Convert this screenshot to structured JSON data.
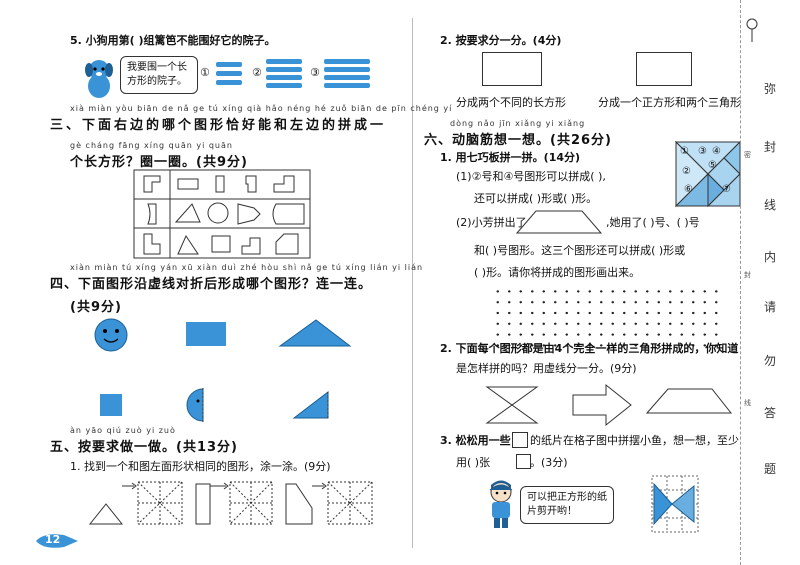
{
  "left": {
    "q5": {
      "text": "5. 小狗用第(    )组篱笆不能围好它的院子。",
      "bubble": "我要围一个长方形的院子。",
      "opt1": "①",
      "opt2": "②",
      "opt3": "③"
    },
    "s3": {
      "pinyin1": "xià miàn yòu biān de nǎ ge tú xíng qià hǎo néng hé zuǒ biān de pīn chéng yí",
      "title1": "三、下面右边的哪个图形恰好能和左边的拼成一",
      "pinyin2": "gè cháng fāng xíng   quān yi quān",
      "title2": "个长方形？圈一圈。(共9分)"
    },
    "s4": {
      "pinyin1": "xiàn miàn tú xíng yán xū xiàn duì zhé hòu shì nǎ ge tú xíng   lián yi lián",
      "title1": "四、下面图形沿虚线对折后形成哪个图形？连一连。",
      "score": "(共9分)"
    },
    "s5": {
      "pinyin": "àn yāo qiú zuò yi zuò",
      "title": "五、按要求做一做。(共13分)",
      "q1": "1. 找到一个和图左面形状相同的图形，涂一涂。(9分)"
    },
    "page_num": "12"
  },
  "right": {
    "q2": {
      "text": "2. 按要求分一分。(4分)",
      "cap1": "分成两个不同的长方形",
      "cap2": "分成一个正方形和两个三角形"
    },
    "s6": {
      "pinyin": "dòng nǎo jīn xiǎng yi xiǎng",
      "title": "六、动脑筋想一想。(共26分)",
      "q1": "1. 用七巧板拼一拼。(14分)",
      "q1a1": "(1)②号和④号图形可以拼成(        ),",
      "q1a2": "还可以拼成(        )形或(        )形。",
      "q1b1": "(2)小芳拼出了",
      "q1b2": ",她用了(    )号、(    )号",
      "q1b3": "和(    )号图形。这三个图形还可以拼成(        )形或",
      "q1b4": "(        )形。请你将拼成的图形画出来。",
      "tangram": [
        "①",
        "②",
        "③",
        "④",
        "⑤",
        "⑥",
        "⑦"
      ],
      "q2a": "2. 下面每个图形都是由4个完全一样的三角形拼成的，你知道",
      "q2b": "是怎样拼的吗？用虚线分一分。(9分)",
      "q3a": "3. 松松用一些",
      "q3b": "的纸片在格子图中拼摆小鱼，想一想，至少",
      "q3c": "用(    )张",
      "q3d": "。(3分)",
      "bubble": "可以把正方形的纸片剪开哟！"
    }
  },
  "margin": [
    "弥",
    "封",
    "线",
    "内",
    "请",
    "勿",
    "答",
    "题"
  ],
  "margin_small": [
    "密",
    "封",
    "线"
  ]
}
